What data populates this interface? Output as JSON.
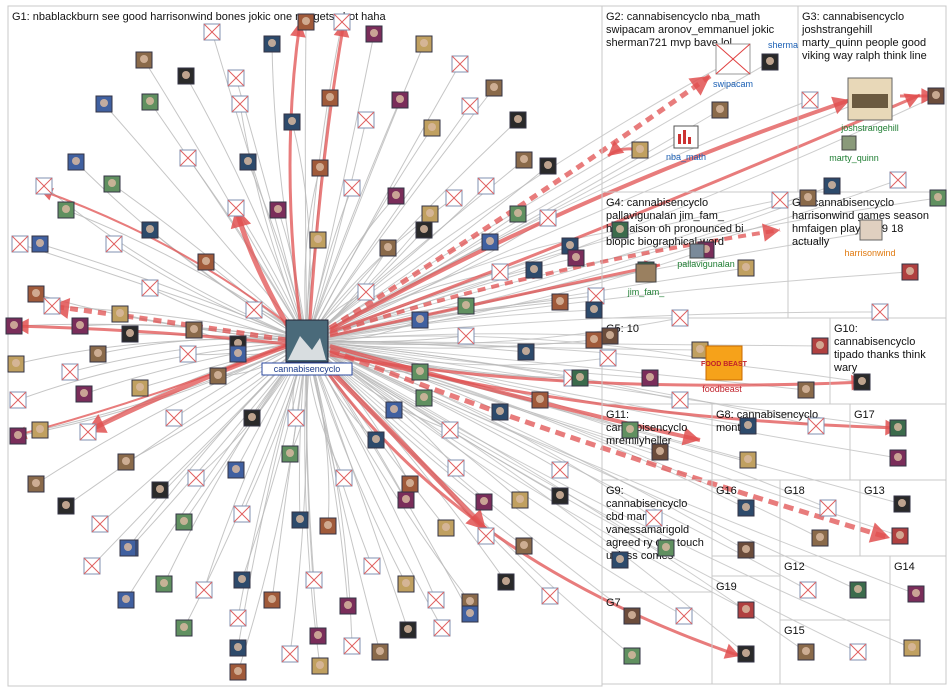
{
  "groups": [
    {
      "id": "G1",
      "lines": [
        "G1: nbablackburn see good harrisonwind bones jokic one nuggets shot haha"
      ]
    },
    {
      "id": "G2",
      "lines": [
        "G2: cannabisencyclo nba_math",
        "swipacam aronov_emmanuel jokic",
        "sherman721 mvp bave lol"
      ]
    },
    {
      "id": "G3",
      "lines": [
        "G3: cannabisencyclo",
        "joshstrangehill",
        "marty_quinn people good",
        "viking way ralph think line"
      ]
    },
    {
      "id": "G4",
      "lines": [
        "G4: cannabisencyclo",
        "pallavigunalan jim_fam_",
        "holidaison oh pronounced bi",
        "biopic biographical word"
      ]
    },
    {
      "id": "G6",
      "lines": [
        "G6: cannabisencyclo",
        "harrisonwind games season",
        "hmfaigen played 19 18",
        "actually"
      ]
    },
    {
      "id": "G5",
      "lines": [
        "G5: 10"
      ]
    },
    {
      "id": "G10",
      "lines": [
        "G10:",
        "cannabisencyclo",
        "tipado thanks think",
        "wary"
      ]
    },
    {
      "id": "G11",
      "lines": [
        "G11:",
        "cannabisencyclo",
        "mremilyheller"
      ]
    },
    {
      "id": "G8",
      "lines": [
        "G8: cannabisencyclo",
        "monte"
      ]
    },
    {
      "id": "G17",
      "lines": [
        "G17"
      ]
    },
    {
      "id": "G16",
      "lines": [
        "G16"
      ]
    },
    {
      "id": "G18",
      "lines": [
        "G18"
      ]
    },
    {
      "id": "G13",
      "lines": [
        "G13"
      ]
    },
    {
      "id": "G9",
      "lines": [
        "G9:",
        "cannabisencyclo",
        "cbd market",
        "vanessamarigold",
        "agreed ry don touch",
        "unless comes"
      ]
    },
    {
      "id": "G12",
      "lines": [
        "G12"
      ]
    },
    {
      "id": "G14",
      "lines": [
        "G14"
      ]
    },
    {
      "id": "G7",
      "lines": [
        "G7"
      ]
    },
    {
      "id": "G19",
      "lines": [
        "G19"
      ]
    },
    {
      "id": "G15",
      "lines": [
        "G15"
      ]
    }
  ],
  "labels": {
    "hub": "cannabisencyclo",
    "swipacam": "swipacam",
    "sherman": "sherma",
    "nba_math": "nba_math",
    "joshstrangehill": "joshstrangehill",
    "marty_quinn": "marty_quinn",
    "pallavigunalan": "pallavigunalan",
    "jim_fam": "jim_fam_",
    "harrisonwind": "harrisonwind",
    "foodbeast": "foodbeast"
  },
  "logo_text": {
    "foodbeast": "FOOD BEAST"
  },
  "colors": {
    "edge_gray": "#b8b8b8",
    "edge_red": "#e05050",
    "edge_red_light": "#e8a0a0",
    "box": "#c8c8c8",
    "label_blue": "#1a5fb4",
    "label_green": "#1e7d32",
    "label_orange": "#e07a10"
  }
}
